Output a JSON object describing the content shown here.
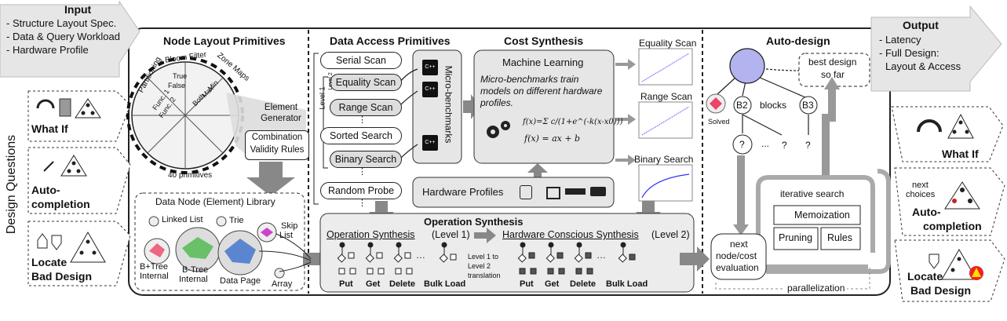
{
  "input": {
    "title": "Input",
    "items": [
      "- Structure Layout Spec.",
      "- Data & Query Workload",
      "- Hardware Profile"
    ]
  },
  "output": {
    "title": "Output",
    "items": [
      "- Latency",
      "- Full Design:",
      "Layout & Access"
    ]
  },
  "design_questions": {
    "label": "Design Questions",
    "left": [
      "What If",
      "Auto-",
      "completion",
      "Locate",
      "Bad Design"
    ],
    "right": [
      "What If",
      "next",
      "choices",
      "Auto-",
      "completion",
      "Locate",
      "Bad Design"
    ]
  },
  "node_layout": {
    "title": "Node Layout Primitives",
    "wheel_labels": [
      "Partitioning",
      "Bloom Filter",
      "Zone Maps",
      "True",
      "False",
      "Func. 1",
      "Func. 2",
      "Min",
      "Max",
      "Both"
    ],
    "primitives_count": "40 primitives",
    "element_generator": "Element Generator",
    "rules": [
      "Combination",
      "Validity Rules"
    ],
    "library_title": "Data Node (Element) Library",
    "library_items": [
      "Linked List",
      "Trie",
      "Skip",
      "List",
      "B+Tree",
      "Internal",
      "B-Tree",
      "Internal",
      "Data Page",
      "Array"
    ]
  },
  "data_access": {
    "title": "Data Access Primitives",
    "primitives": [
      "Serial Scan",
      "Equality Scan",
      "Range Scan",
      "Sorted Search",
      "Binary Search",
      "Random Probe"
    ],
    "level1": "Level 1",
    "level2": "Level 2",
    "cpp": "C++",
    "micro": "Micro-benchmarks",
    "hardware_profiles": "Hardware Profiles"
  },
  "cost_synthesis": {
    "title": "Cost Synthesis",
    "ml_title": "Machine Learning",
    "ml_text": [
      "Micro-benchmarks train",
      "models on different hardware",
      "profiles."
    ],
    "formula1": "f(x)=Σ c/(1+e^(-k(x-x0)))",
    "formula2": "f(x) = ax + b",
    "plots": [
      "Equality Scan",
      "Range Scan",
      "Binary Search"
    ]
  },
  "operation_synthesis": {
    "title": "Operation Synthesis",
    "level1": "Operation Synthesis",
    "level1_suffix": "(Level 1)",
    "level2": "Hardware Conscious Synthesis",
    "level2_suffix": "(Level 2)",
    "translation": [
      "Level 1 to",
      "Level 2",
      "translation"
    ],
    "ops": [
      "Put",
      "Get",
      "Delete",
      "Bulk Load"
    ]
  },
  "auto_design": {
    "title": "Auto-design",
    "best": [
      "best design",
      "so far"
    ],
    "nodes": [
      "B2",
      "B3",
      "?",
      "?",
      "?"
    ],
    "ellipsis": "...",
    "blocks": "blocks",
    "solved": "Solved",
    "iterative": "iterative search",
    "memo": "Memoization",
    "pruning": "Pruning",
    "rules": "Rules",
    "next": [
      "next",
      "node/cost",
      "evaluation"
    ],
    "parallel": "parallelization"
  }
}
